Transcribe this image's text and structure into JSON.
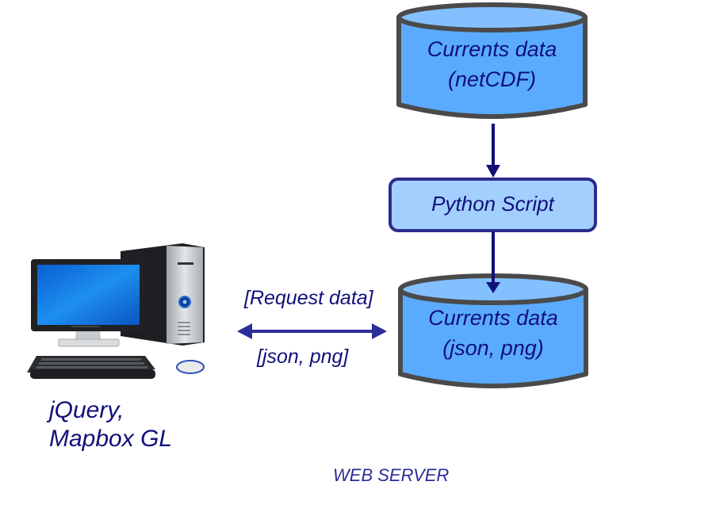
{
  "diagram": {
    "colors": {
      "cylinder_fill": "#5aabff",
      "cylinder_top": "#84c0ff",
      "cylinder_stroke": "#4a4a4a",
      "box_fill": "#a3cfff",
      "box_stroke": "#2c2c8a",
      "arrow": "#10107a",
      "text": "#10107a",
      "server_label": "#2c2c9a"
    },
    "nodes": {
      "netcdf_store": {
        "line1": "Currents data",
        "line2": "(netCDF)"
      },
      "python_script": {
        "label": "Python Script"
      },
      "json_store": {
        "line1": "Currents data",
        "line2": "(json, png)"
      }
    },
    "client": {
      "icon": "desktop-computer-icon",
      "label_line1": "jQuery,",
      "label_line2": "Mapbox GL"
    },
    "exchange": {
      "request_label": "[Request data]",
      "response_label": "[json, png]"
    },
    "server_label": "WEB SERVER"
  }
}
